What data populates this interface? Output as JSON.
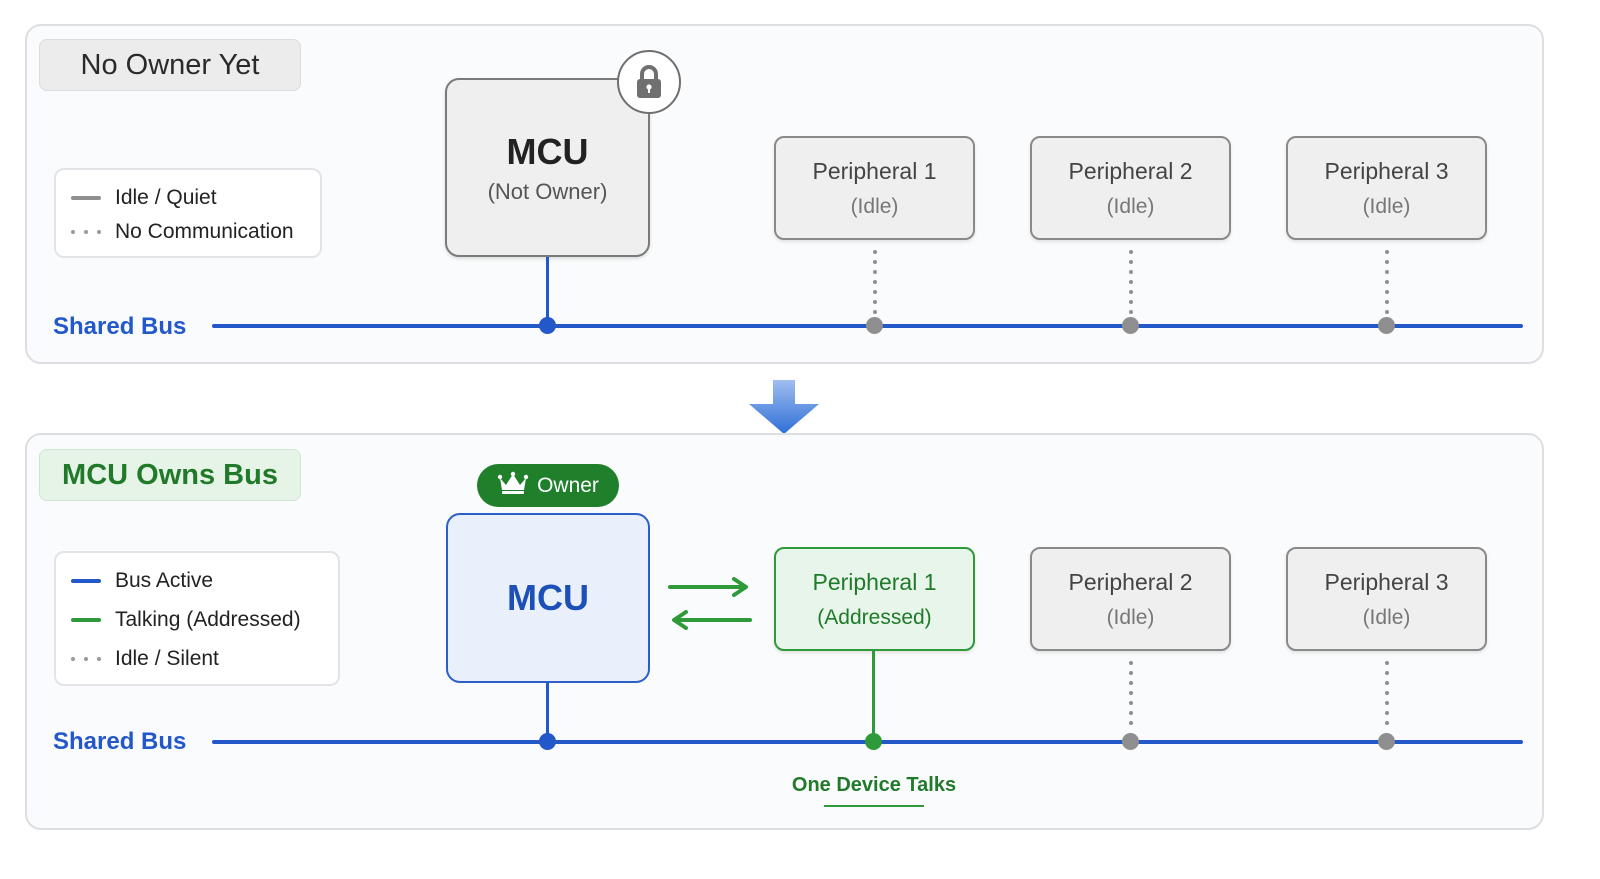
{
  "colors": {
    "bus_blue": "#2358c8",
    "talk_green": "#1f7f2b",
    "idle_grey": "#8f8f8f"
  },
  "top_panel": {
    "title": "No Owner Yet",
    "legend": {
      "idle_label": "Idle / Quiet",
      "nocomm_label": "No Communication"
    },
    "lock_icon": "lock-icon",
    "mcu": {
      "title": "MCU",
      "subtitle": "(Not Owner)"
    },
    "peripherals": [
      {
        "name": "Peripheral 1",
        "state": "(Idle)"
      },
      {
        "name": "Peripheral 2",
        "state": "(Idle)"
      },
      {
        "name": "Peripheral 3",
        "state": "(Idle)"
      }
    ],
    "bus_label": "Shared Bus"
  },
  "transition_icon": "arrow-down-icon",
  "bottom_panel": {
    "title": "MCU Owns Bus",
    "legend": {
      "active_label": "Bus Active",
      "talking_label": "Talking (Addressed)",
      "silent_label": "Idle / Silent"
    },
    "owner_badge": {
      "icon": "crown-icon",
      "label": "Owner"
    },
    "mcu": {
      "title": "MCU"
    },
    "peripherals": [
      {
        "name": "Peripheral 1",
        "state": "(Addressed)"
      },
      {
        "name": "Peripheral 2",
        "state": "(Idle)"
      },
      {
        "name": "Peripheral 3",
        "state": "(Idle)"
      }
    ],
    "bus_label": "Shared Bus",
    "caption": "One Device Talks"
  }
}
